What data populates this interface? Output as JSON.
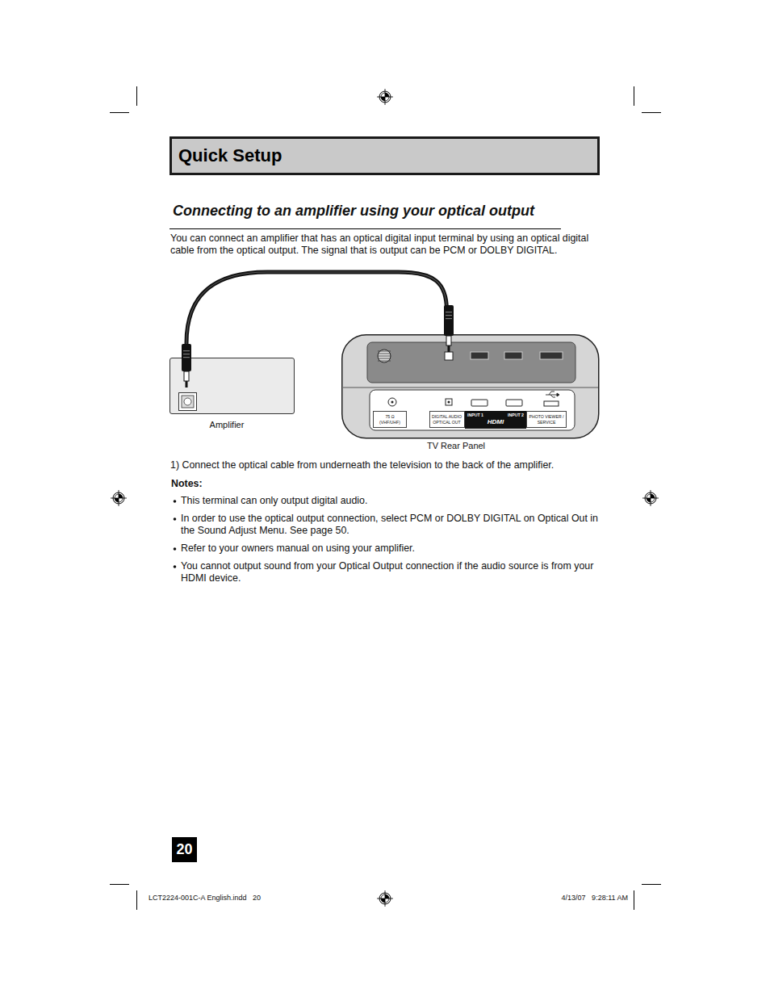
{
  "diagram": {
    "title": "Quick Setup",
    "nodes": [
      {
        "text": [
          "Amplifier"
        ]
      },
      {
        "text": [
          "TV Rear Panel"
        ]
      },
      {
        "text": [
          "75 Ω (VHF/UHF)"
        ],
        "in": 1
      },
      {
        "text": [
          "DIGITAL AUDIO OPTICAL OUT"
        ],
        "in": 1
      },
      {
        "text": [
          "INPUT 1",
          "INPUT 2",
          "HDMI"
        ],
        "in": 1
      },
      {
        "text": [
          "PHOTO VIEWER / SERVICE"
        ],
        "in": 1
      },
      {
        "text": [
          "20"
        ]
      }
    ],
    "edges": [
      {
        "from": 0,
        "to": 3,
        "arrow": "none"
      }
    ],
    "labels": [
      "Connecting to an amplifier using your optical output",
      "You can connect an amplifier that has an optical digital input terminal by using an optical digital cable from the optical output.  The signal that is output can be PCM or DOLBY DIGITAL.",
      "1)  Connect the optical cable from underneath the television to the back of the amplifier.",
      "Notes:",
      "This terminal can only output digital audio.",
      "In order to use the optical output connection, select PCM or DOLBY DIGITAL on Optical Out in the Sound Adjust Menu.  See page 50.",
      "Refer to your owners manual on using your amplifier.",
      "You cannot output sound from your Optical Output connection if the audio source is from your HDMI device.",
      "LCT2224-001C-A English.indd   20",
      "4/13/07   9:28:11 AM"
    ]
  }
}
